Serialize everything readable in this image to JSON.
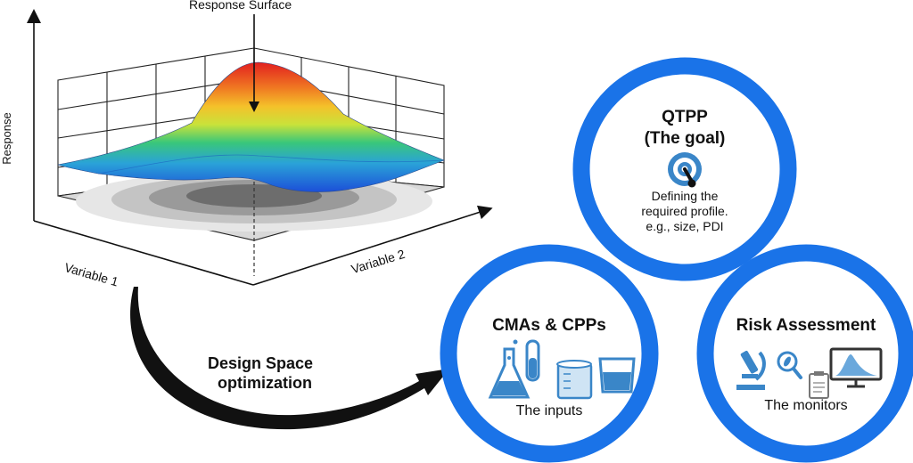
{
  "surface": {
    "title": "Response Surface",
    "y_axis_label": "Response",
    "x_axis_label": "Variable 1",
    "z_axis_label": "Variable 2"
  },
  "flow": {
    "arrow_label_line1": "Design Space",
    "arrow_label_line2": "optimization"
  },
  "circles": {
    "qtpp": {
      "title_line1": "QTPP",
      "title_line2": "(The goal)",
      "desc_line1": "Defining the",
      "desc_line2": "required profile.",
      "desc_line3": "e.g., size, PDI",
      "icon": "target-icon"
    },
    "cma": {
      "title": "CMAs & CPPs",
      "caption": "The inputs",
      "icons": [
        "flask-icon",
        "test-tube-icon",
        "beaker-icon",
        "glass-icon"
      ]
    },
    "risk": {
      "title": "Risk Assessment",
      "caption": "The monitors",
      "icons": [
        "microscope-icon",
        "magnifier-icon",
        "clipboard-icon",
        "monitor-chart-icon"
      ]
    }
  },
  "colors": {
    "ring": "#1a73e8",
    "icon_blue": "#3a86c8",
    "arrow": "#111111"
  }
}
